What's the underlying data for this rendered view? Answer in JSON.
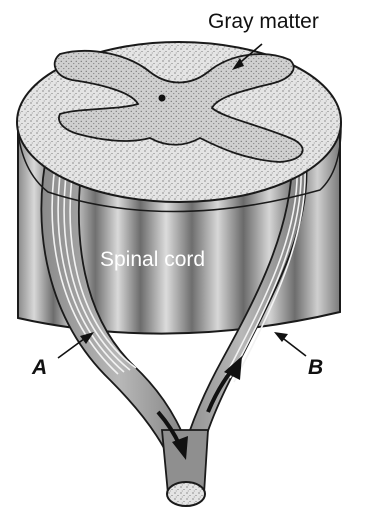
{
  "labels": {
    "gray_matter": "Gray matter",
    "spinal_cord": "Spinal cord",
    "nerve_a": "A",
    "nerve_b": "B"
  },
  "colors": {
    "cross_section": "#e3e3e3",
    "gray_matter": "#c9c9c9",
    "cord_dark": "#6f6f6f",
    "cord_light": "#d6d6d6",
    "nerve_fill": "#9a9a9a",
    "outline": "#1a1a1a"
  }
}
